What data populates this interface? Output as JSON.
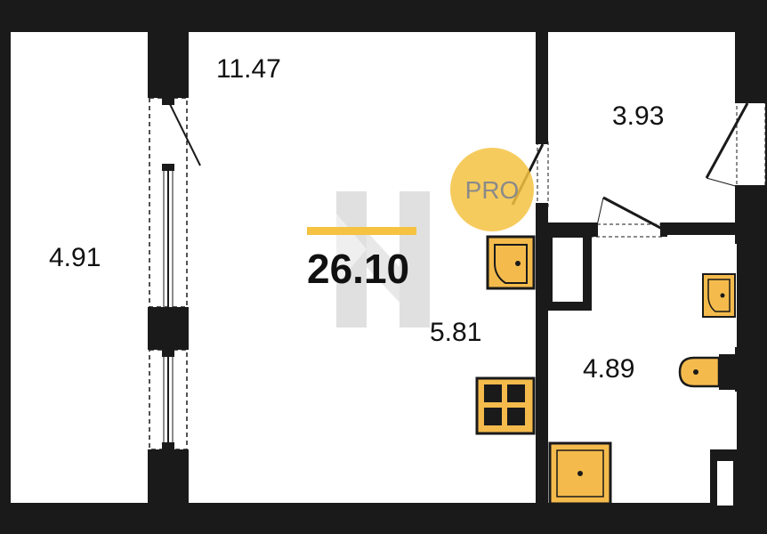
{
  "plan": {
    "total_area": "26.10",
    "rooms": {
      "main_room": "11.47",
      "loggia": "4.91",
      "hallway": "3.93",
      "kitchen": "5.81",
      "bathroom": "4.89"
    },
    "watermark": {
      "badge_text": "PRO"
    },
    "colors": {
      "wall": "#1a1a1a",
      "fixture_fill": "#f4bb4c",
      "accent_bar": "#f5c242",
      "badge": "#f5c242"
    },
    "icons": [
      "door-icon",
      "window-icon",
      "stove-icon",
      "sink-icon",
      "toilet-icon",
      "shower-tray-icon",
      "logo-h-icon"
    ]
  }
}
